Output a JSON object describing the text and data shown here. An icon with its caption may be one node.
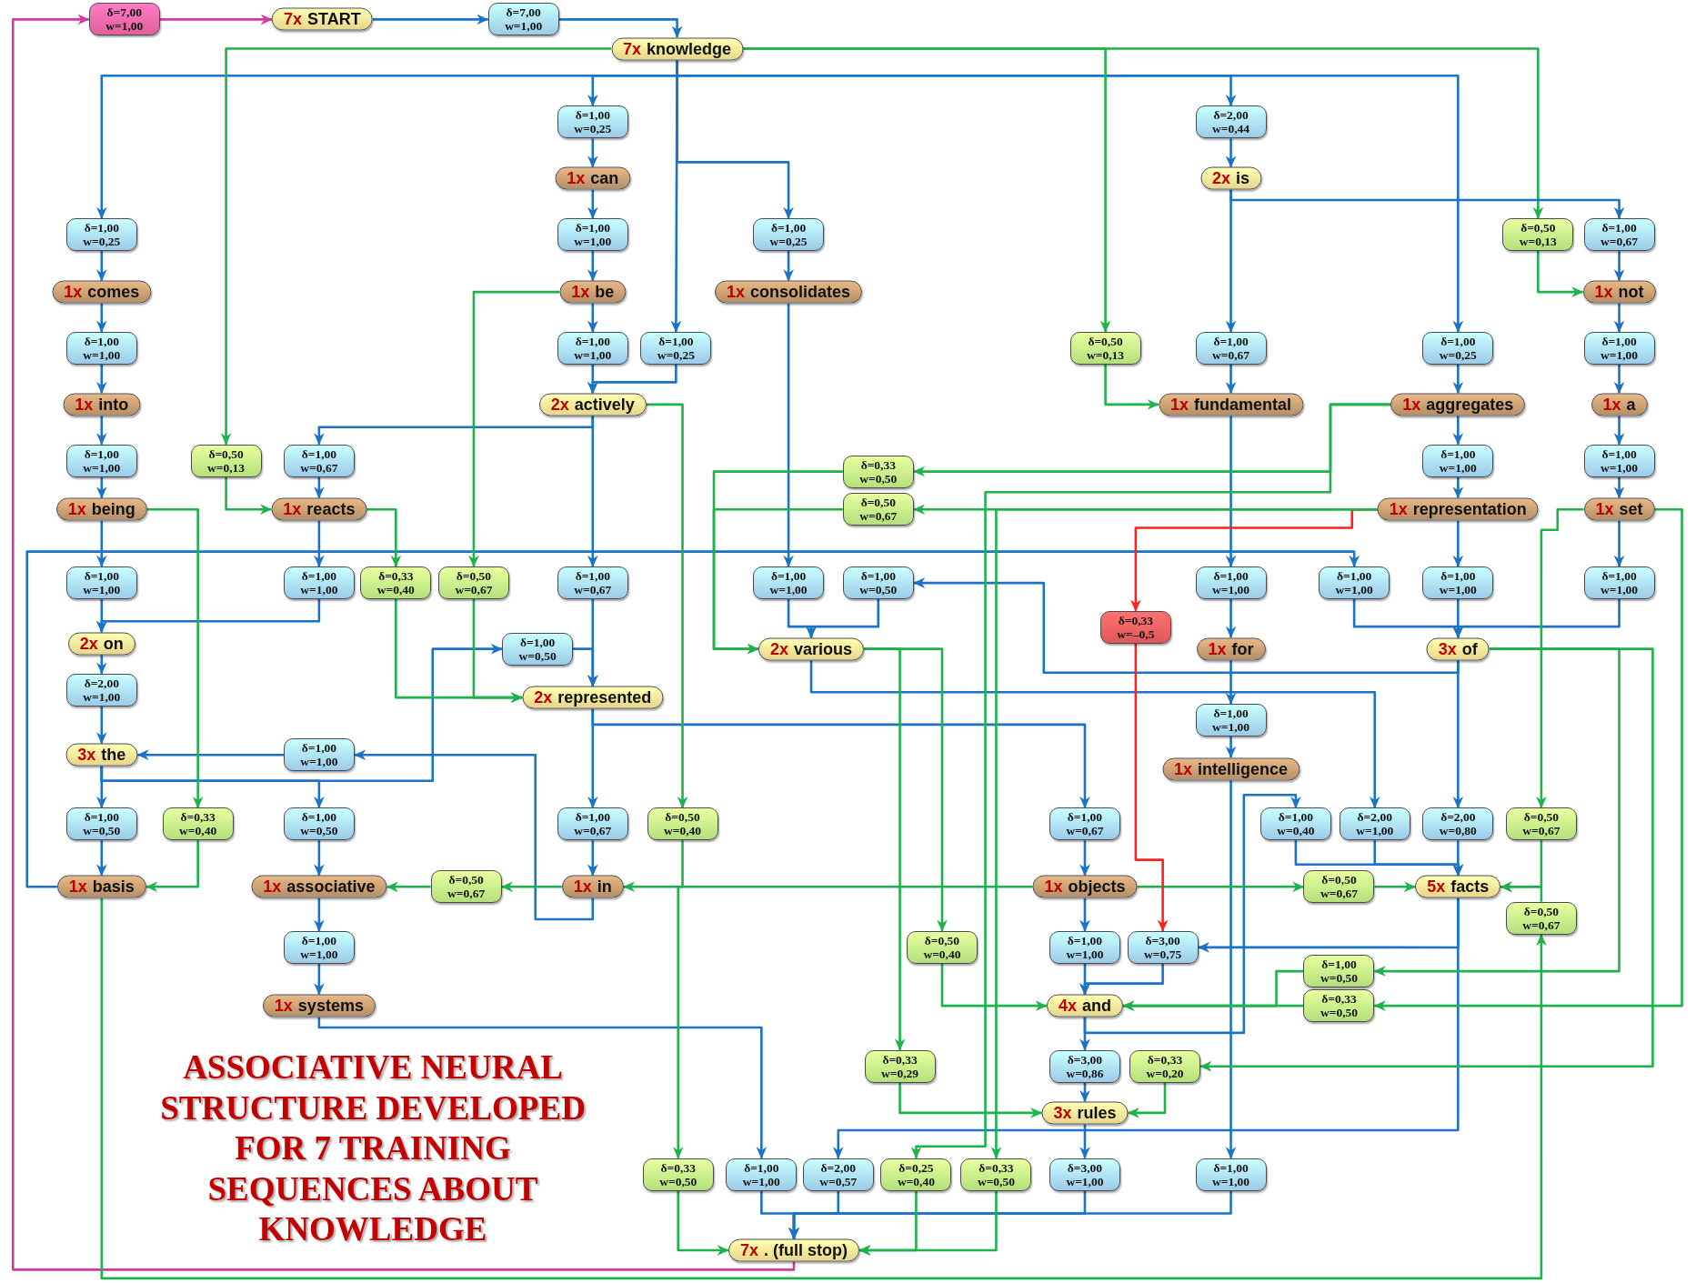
{
  "diagram": {
    "title": "ASSOCIATIVE NEURAL STRUCTURE DEVELOPED FOR 7 TRAINING SEQUENCES ABOUT KNOWLEDGE",
    "nodes": [
      {
        "text": [
          "δ=7,00",
          "w=1,00"
        ]
      },
      {
        "text": [
          "7x",
          "START"
        ]
      },
      {
        "text": [
          "δ=7,00",
          "w=1,00"
        ]
      },
      {
        "text": [
          "7x",
          "knowledge"
        ]
      },
      {
        "text": [
          "δ=1,00",
          "w=0,25"
        ]
      },
      {
        "text": [
          "δ=2,00",
          "w=0,44"
        ]
      },
      {
        "text": [
          "1x",
          "can"
        ]
      },
      {
        "text": [
          "2x",
          "is"
        ]
      },
      {
        "text": [
          "δ=1,00",
          "w=0,25"
        ]
      },
      {
        "text": [
          "δ=1,00",
          "w=1,00"
        ]
      },
      {
        "text": [
          "δ=1,00",
          "w=0,25"
        ]
      },
      {
        "text": [
          "δ=0,50",
          "w=0,13"
        ]
      },
      {
        "text": [
          "δ=1,00",
          "w=0,67"
        ]
      },
      {
        "text": [
          "1x",
          "comes"
        ]
      },
      {
        "text": [
          "1x",
          "be"
        ]
      },
      {
        "text": [
          "1x",
          "consolidates"
        ]
      },
      {
        "text": [
          "1x",
          "not"
        ]
      },
      {
        "text": [
          "δ=1,00",
          "w=1,00"
        ]
      },
      {
        "text": [
          "δ=1,00",
          "w=1,00"
        ]
      },
      {
        "text": [
          "δ=1,00",
          "w=0,25"
        ]
      },
      {
        "text": [
          "δ=0,50",
          "w=0,13"
        ]
      },
      {
        "text": [
          "δ=1,00",
          "w=0,67"
        ]
      },
      {
        "text": [
          "δ=1,00",
          "w=0,25"
        ]
      },
      {
        "text": [
          "δ=1,00",
          "w=1,00"
        ]
      },
      {
        "text": [
          "1x",
          "into"
        ]
      },
      {
        "text": [
          "2x",
          "actively"
        ]
      },
      {
        "text": [
          "1x",
          "fundamental"
        ]
      },
      {
        "text": [
          "1x",
          "aggregates"
        ]
      },
      {
        "text": [
          "1x",
          "a"
        ]
      },
      {
        "text": [
          "δ=1,00",
          "w=1,00"
        ]
      },
      {
        "text": [
          "δ=0,50",
          "w=0,13"
        ]
      },
      {
        "text": [
          "δ=1,00",
          "w=0,67"
        ]
      },
      {
        "text": [
          "δ=0,33",
          "w=0,50"
        ]
      },
      {
        "text": [
          "δ=1,00",
          "w=1,00"
        ]
      },
      {
        "text": [
          "δ=1,00",
          "w=1,00"
        ]
      },
      {
        "text": [
          "1x",
          "being"
        ]
      },
      {
        "text": [
          "1x",
          "reacts"
        ]
      },
      {
        "text": [
          "δ=0,50",
          "w=0,67"
        ]
      },
      {
        "text": [
          "1x",
          "representation"
        ]
      },
      {
        "text": [
          "1x",
          "set"
        ]
      },
      {
        "text": [
          "δ=1,00",
          "w=1,00"
        ]
      },
      {
        "text": [
          "δ=1,00",
          "w=1,00"
        ]
      },
      {
        "text": [
          "δ=0,33",
          "w=0,40"
        ]
      },
      {
        "text": [
          "δ=0,50",
          "w=0,67"
        ]
      },
      {
        "text": [
          "δ=1,00",
          "w=0,67"
        ]
      },
      {
        "text": [
          "δ=1,00",
          "w=1,00"
        ]
      },
      {
        "text": [
          "δ=1,00",
          "w=0,50"
        ]
      },
      {
        "text": [
          "δ=1,00",
          "w=1,00"
        ]
      },
      {
        "text": [
          "δ=1,00",
          "w=1,00"
        ]
      },
      {
        "text": [
          "δ=1,00",
          "w=1,00"
        ]
      },
      {
        "text": [
          "δ=1,00",
          "w=1,00"
        ]
      },
      {
        "text": [
          "δ=0,33",
          "w=–0,5"
        ]
      },
      {
        "text": [
          "2x",
          "on"
        ]
      },
      {
        "text": [
          "2x",
          "various"
        ]
      },
      {
        "text": [
          "1x",
          "for"
        ]
      },
      {
        "text": [
          "3x",
          "of"
        ]
      },
      {
        "text": [
          "δ=1,00",
          "w=0,50"
        ]
      },
      {
        "text": [
          "δ=2,00",
          "w=1,00"
        ]
      },
      {
        "text": [
          "2x",
          "represented"
        ]
      },
      {
        "text": [
          "δ=1,00",
          "w=1,00"
        ]
      },
      {
        "text": [
          "3x",
          "the"
        ]
      },
      {
        "text": [
          "δ=1,00",
          "w=1,00"
        ]
      },
      {
        "text": [
          "1x",
          "intelligence"
        ]
      },
      {
        "text": [
          "δ=1,00",
          "w=0,50"
        ]
      },
      {
        "text": [
          "δ=0,33",
          "w=0,40"
        ]
      },
      {
        "text": [
          "δ=1,00",
          "w=0,50"
        ]
      },
      {
        "text": [
          "δ=1,00",
          "w=0,67"
        ]
      },
      {
        "text": [
          "δ=0,50",
          "w=0,40"
        ]
      },
      {
        "text": [
          "δ=1,00",
          "w=0,67"
        ]
      },
      {
        "text": [
          "δ=1,00",
          "w=0,40"
        ]
      },
      {
        "text": [
          "δ=2,00",
          "w=1,00"
        ]
      },
      {
        "text": [
          "δ=2,00",
          "w=0,80"
        ]
      },
      {
        "text": [
          "δ=0,50",
          "w=0,67"
        ]
      },
      {
        "text": [
          "1x",
          "basis"
        ]
      },
      {
        "text": [
          "1x",
          "associative"
        ]
      },
      {
        "text": [
          "δ=0,50",
          "w=0,67"
        ]
      },
      {
        "text": [
          "1x",
          "in"
        ]
      },
      {
        "text": [
          "1x",
          "objects"
        ]
      },
      {
        "text": [
          "δ=0,50",
          "w=0,67"
        ]
      },
      {
        "text": [
          "5x",
          "facts"
        ]
      },
      {
        "text": [
          "δ=0,50",
          "w=0,67"
        ]
      },
      {
        "text": [
          "δ=1,00",
          "w=1,00"
        ]
      },
      {
        "text": [
          "δ=0,50",
          "w=0,40"
        ]
      },
      {
        "text": [
          "δ=1,00",
          "w=1,00"
        ]
      },
      {
        "text": [
          "δ=3,00",
          "w=0,75"
        ]
      },
      {
        "text": [
          "δ=1,00",
          "w=0,50"
        ]
      },
      {
        "text": [
          "1x",
          "systems"
        ]
      },
      {
        "text": [
          "4x",
          "and"
        ]
      },
      {
        "text": [
          "δ=0,33",
          "w=0,50"
        ]
      },
      {
        "text": [
          "δ=0,33",
          "w=0,29"
        ]
      },
      {
        "text": [
          "δ=3,00",
          "w=0,86"
        ]
      },
      {
        "text": [
          "δ=0,33",
          "w=0,20"
        ]
      },
      {
        "text": [
          "3x",
          "rules"
        ]
      },
      {
        "text": [
          "δ=0,33",
          "w=0,50"
        ]
      },
      {
        "text": [
          "δ=1,00",
          "w=1,00"
        ]
      },
      {
        "text": [
          "δ=2,00",
          "w=0,57"
        ]
      },
      {
        "text": [
          "δ=0,25",
          "w=0,40"
        ]
      },
      {
        "text": [
          "δ=0,33",
          "w=0,50"
        ]
      },
      {
        "text": [
          "δ=3,00",
          "w=1,00"
        ]
      },
      {
        "text": [
          "δ=1,00",
          "w=1,00"
        ]
      },
      {
        "text": [
          "7x",
          ". (full stop)"
        ]
      }
    ],
    "edges": [
      {
        "from": 100,
        "to": 0,
        "arrow": "to",
        "color": "#d6399c"
      },
      {
        "from": 0,
        "to": 1,
        "arrow": "to",
        "color": "#d6399c"
      },
      {
        "from": 1,
        "to": 2,
        "arrow": "to"
      },
      {
        "from": 2,
        "to": 3,
        "arrow": "to"
      },
      {
        "from": 3,
        "to": 8,
        "arrow": "to"
      },
      {
        "from": 3,
        "to": 4,
        "arrow": "to"
      },
      {
        "from": 3,
        "to": 19,
        "arrow": "to"
      },
      {
        "from": 3,
        "to": 10,
        "arrow": "to"
      },
      {
        "from": 3,
        "to": 5,
        "arrow": "to"
      },
      {
        "from": 3,
        "to": 22,
        "arrow": "to"
      },
      {
        "from": 3,
        "to": 30,
        "arrow": "to",
        "color": "#1db34a"
      },
      {
        "from": 3,
        "to": 20,
        "arrow": "to",
        "color": "#1db34a"
      },
      {
        "from": 3,
        "to": 11,
        "arrow": "to",
        "color": "#1db34a"
      },
      {
        "from": 4,
        "to": 6,
        "arrow": "to"
      },
      {
        "from": 6,
        "to": 9,
        "arrow": "to"
      },
      {
        "from": 9,
        "to": 14,
        "arrow": "to"
      },
      {
        "from": 14,
        "to": 18,
        "arrow": "to"
      },
      {
        "from": 18,
        "to": 25,
        "arrow": "to"
      },
      {
        "from": 19,
        "to": 25,
        "arrow": "to"
      },
      {
        "from": 10,
        "to": 15,
        "arrow": "to"
      },
      {
        "from": 15,
        "to": 45,
        "arrow": "to"
      },
      {
        "from": 45,
        "to": 53,
        "arrow": "to"
      },
      {
        "from": 46,
        "to": 53,
        "arrow": "to"
      },
      {
        "from": 5,
        "to": 7,
        "arrow": "to"
      },
      {
        "from": 7,
        "to": 21,
        "arrow": "to"
      },
      {
        "from": 7,
        "to": 12,
        "arrow": "to"
      },
      {
        "from": 21,
        "to": 26,
        "arrow": "to"
      },
      {
        "from": 26,
        "to": 47,
        "arrow": "to"
      },
      {
        "from": 47,
        "to": 54,
        "arrow": "to"
      },
      {
        "from": 54,
        "to": 59,
        "arrow": "to"
      },
      {
        "from": 59,
        "to": 62,
        "arrow": "to"
      },
      {
        "from": 62,
        "to": 99,
        "arrow": "to"
      },
      {
        "from": 87,
        "to": 69,
        "arrow": "to"
      },
      {
        "from": 69,
        "to": 79,
        "arrow": "to"
      },
      {
        "from": 70,
        "to": 79,
        "arrow": "to"
      },
      {
        "from": 71,
        "to": 79,
        "arrow": "to"
      },
      {
        "from": 53,
        "to": 70,
        "arrow": "to"
      },
      {
        "from": 55,
        "to": 46,
        "arrow": "to"
      },
      {
        "from": 55,
        "to": 71,
        "arrow": "to"
      },
      {
        "from": 22,
        "to": 27,
        "arrow": "to"
      },
      {
        "from": 27,
        "to": 33,
        "arrow": "to"
      },
      {
        "from": 33,
        "to": 38,
        "arrow": "to"
      },
      {
        "from": 38,
        "to": 49,
        "arrow": "to"
      },
      {
        "from": 49,
        "to": 55,
        "arrow": "to"
      },
      {
        "from": 48,
        "to": 55,
        "arrow": "to"
      },
      {
        "from": 50,
        "to": 55,
        "arrow": "to"
      },
      {
        "from": 73,
        "to": 48,
        "arrow": "to"
      },
      {
        "from": 12,
        "to": 16,
        "arrow": "to"
      },
      {
        "from": 11,
        "to": 16,
        "arrow": "to",
        "color": "#1db34a"
      },
      {
        "from": 16,
        "to": 23,
        "arrow": "to"
      },
      {
        "from": 23,
        "to": 28,
        "arrow": "to"
      },
      {
        "from": 28,
        "to": 34,
        "arrow": "to"
      },
      {
        "from": 34,
        "to": 39,
        "arrow": "to"
      },
      {
        "from": 39,
        "to": 50,
        "arrow": "to"
      },
      {
        "from": 8,
        "to": 13,
        "arrow": "to"
      },
      {
        "from": 13,
        "to": 17,
        "arrow": "to"
      },
      {
        "from": 17,
        "to": 24,
        "arrow": "to"
      },
      {
        "from": 24,
        "to": 29,
        "arrow": "to"
      },
      {
        "from": 29,
        "to": 35,
        "arrow": "to"
      },
      {
        "from": 35,
        "to": 40,
        "arrow": "to"
      },
      {
        "from": 40,
        "to": 52,
        "arrow": "to"
      },
      {
        "from": 41,
        "to": 52,
        "arrow": "to"
      },
      {
        "from": 52,
        "to": 57,
        "arrow": "to"
      },
      {
        "from": 57,
        "to": 60,
        "arrow": "to"
      },
      {
        "from": 31,
        "to": 36,
        "arrow": "to"
      },
      {
        "from": 30,
        "to": 36,
        "arrow": "to",
        "color": "#1db34a"
      },
      {
        "from": 25,
        "to": 31,
        "arrow": "to"
      },
      {
        "from": 36,
        "to": 41,
        "arrow": "to"
      },
      {
        "from": 36,
        "to": 42,
        "arrow": "to",
        "color": "#1db34a"
      },
      {
        "from": 60,
        "to": 63,
        "arrow": "to"
      },
      {
        "from": 60,
        "to": 65,
        "arrow": "to"
      },
      {
        "from": 60,
        "to": 56,
        "arrow": "to"
      },
      {
        "from": 56,
        "to": 58,
        "arrow": "to"
      },
      {
        "from": 76,
        "to": 61,
        "arrow": "to"
      },
      {
        "from": 61,
        "to": 60,
        "arrow": "to"
      },
      {
        "from": 63,
        "to": 73,
        "arrow": "to"
      },
      {
        "from": 65,
        "to": 74,
        "arrow": "to"
      },
      {
        "from": 64,
        "to": 73,
        "arrow": "to",
        "color": "#1db34a"
      },
      {
        "from": 35,
        "to": 64,
        "arrow": "to",
        "color": "#1db34a"
      },
      {
        "from": 25,
        "to": 44,
        "arrow": "to"
      },
      {
        "from": 44,
        "to": 58,
        "arrow": "to"
      },
      {
        "from": 58,
        "to": 66,
        "arrow": "to"
      },
      {
        "from": 66,
        "to": 76,
        "arrow": "to"
      },
      {
        "from": 58,
        "to": 68,
        "arrow": "to"
      },
      {
        "from": 68,
        "to": 77,
        "arrow": "to"
      },
      {
        "from": 25,
        "to": 67,
        "arrow": "to",
        "color": "#1db34a"
      },
      {
        "from": 67,
        "to": 76,
        "arrow": "to",
        "color": "#1db34a"
      },
      {
        "from": 76,
        "to": 75,
        "arrow": "to",
        "color": "#1db34a"
      },
      {
        "from": 75,
        "to": 74,
        "arrow": "to",
        "color": "#1db34a"
      },
      {
        "from": 74,
        "to": 81,
        "arrow": "to"
      },
      {
        "from": 81,
        "to": 86,
        "arrow": "to"
      },
      {
        "from": 86,
        "to": 94,
        "arrow": "to"
      },
      {
        "from": 94,
        "to": 100,
        "arrow": "to"
      },
      {
        "from": 95,
        "to": 100,
        "arrow": "to"
      },
      {
        "from": 98,
        "to": 100,
        "arrow": "to"
      },
      {
        "from": 99,
        "to": 100,
        "arrow": "to"
      },
      {
        "from": 93,
        "to": 100,
        "arrow": "to",
        "color": "#1db34a"
      },
      {
        "from": 96,
        "to": 100,
        "arrow": "to",
        "color": "#1db34a"
      },
      {
        "from": 97,
        "to": 100,
        "arrow": "to",
        "color": "#1db34a"
      },
      {
        "from": 77,
        "to": 93,
        "arrow": "to",
        "color": "#1db34a"
      },
      {
        "from": 77,
        "to": 78,
        "arrow": "to",
        "color": "#1db34a"
      },
      {
        "from": 78,
        "to": 79,
        "arrow": "to",
        "color": "#1db34a"
      },
      {
        "from": 77,
        "to": 83,
        "arrow": "to"
      },
      {
        "from": 83,
        "to": 87,
        "arrow": "to"
      },
      {
        "from": 79,
        "to": 84,
        "arrow": "to"
      },
      {
        "from": 79,
        "to": 95,
        "arrow": "to"
      },
      {
        "from": 38,
        "to": 51,
        "arrow": "to",
        "color": "#ff2020"
      },
      {
        "from": 51,
        "to": 84,
        "arrow": "to",
        "color": "#ff2020"
      },
      {
        "from": 84,
        "to": 87,
        "arrow": "to"
      },
      {
        "from": 87,
        "to": 90,
        "arrow": "to"
      },
      {
        "from": 90,
        "to": 92,
        "arrow": "to"
      },
      {
        "from": 92,
        "to": 98,
        "arrow": "to"
      },
      {
        "from": 27,
        "to": 32,
        "arrow": "to",
        "color": "#1db34a"
      },
      {
        "from": 27,
        "to": 96,
        "arrow": "to",
        "color": "#1db34a"
      },
      {
        "from": 38,
        "to": 37,
        "arrow": "to",
        "color": "#1db34a"
      },
      {
        "from": 38,
        "to": 97,
        "arrow": "to",
        "color": "#1db34a"
      },
      {
        "from": 32,
        "to": 53,
        "arrow": "to",
        "color": "#1db34a"
      },
      {
        "from": 37,
        "to": 53,
        "arrow": "to",
        "color": "#1db34a"
      },
      {
        "from": 53,
        "to": 82,
        "arrow": "to",
        "color": "#1db34a"
      },
      {
        "from": 53,
        "to": 89,
        "arrow": "to",
        "color": "#1db34a"
      },
      {
        "from": 82,
        "to": 87,
        "arrow": "to",
        "color": "#1db34a"
      },
      {
        "from": 89,
        "to": 92,
        "arrow": "to",
        "color": "#1db34a"
      },
      {
        "from": 91,
        "to": 92,
        "arrow": "to",
        "color": "#1db34a"
      },
      {
        "from": 55,
        "to": 85,
        "arrow": "to",
        "color": "#1db34a"
      },
      {
        "from": 55,
        "to": 91,
        "arrow": "to",
        "color": "#1db34a"
      },
      {
        "from": 85,
        "to": 87,
        "arrow": "to",
        "color": "#1db34a"
      },
      {
        "from": 88,
        "to": 87,
        "arrow": "to",
        "color": "#1db34a"
      },
      {
        "from": 39,
        "to": 88,
        "arrow": "to",
        "color": "#1db34a"
      },
      {
        "from": 39,
        "to": 72,
        "arrow": "to",
        "color": "#1db34a"
      },
      {
        "from": 72,
        "to": 79,
        "arrow": "to",
        "color": "#1db34a"
      },
      {
        "from": 80,
        "to": 79,
        "arrow": "to",
        "color": "#1db34a"
      },
      {
        "from": 73,
        "to": 80,
        "arrow": "to",
        "color": "#1db34a"
      },
      {
        "from": 20,
        "to": 26,
        "arrow": "to",
        "color": "#1db34a"
      },
      {
        "from": 42,
        "to": 58,
        "arrow": "to",
        "color": "#1db34a"
      },
      {
        "from": 43,
        "to": 58,
        "arrow": "to",
        "color": "#1db34a"
      },
      {
        "from": 14,
        "to": 43,
        "arrow": "to",
        "color": "#1db34a"
      }
    ]
  }
}
